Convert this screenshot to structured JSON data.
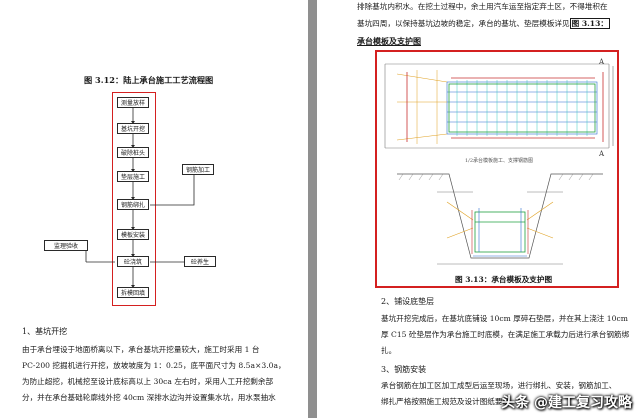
{
  "left_page": {
    "figure_title": "图 3.12：陆上承台施工工艺流程图",
    "flowchart": {
      "main_steps": [
        "测量放样",
        "基坑开挖",
        "破除桩头",
        "垫层施工",
        "钢筋绑扎",
        "模板安装",
        "砼浇筑",
        "拆模回填"
      ],
      "side_right_top": "钢筋加工",
      "side_left": "监理验收",
      "side_right_bottom": "砼养生"
    },
    "section_heading": "1、基坑开挖",
    "paragraph_lines": [
      "由于承台埋设于地面桥离以下，承台基坑开挖量较大，施工时采用 1 台",
      "PC-200 挖掘机进行开挖，放坡坡度为 1：0.25，底平面尺寸为 8.5a×3.0a，",
      "为防止超挖，机械挖至设计底标高以上 30ca 左右时，采用人工开挖剩余部",
      "分，并在承台基础轮廓线外挖 40cm 深排水边沟并设置集水坑，用水泵抽水"
    ]
  },
  "right_page": {
    "top_lines": [
      "排除基坑内积水。在挖土过程中，余土用汽车运至指定弃土区，不得堆积在",
      "基坑四周，以保持基坑边坡的稳定，承台的基坑、垫层模板详见"
    ],
    "top_ref": "图 3.13：",
    "heading": "承台模板及支护图",
    "figure_caption": "图 3.13：承台模板及支护图",
    "diagram": {
      "section_mark_top": "A",
      "section_mark_bottom": "A",
      "plan_note": "1/2承台模板施工、支撑钢筋图"
    },
    "section2_heading": "2、铺设底垫层",
    "section2_lines": [
      "基坑开挖完成后，在基坑底铺设 10cm 厚碎石垫层，并在其上浇注 10cm",
      "厚 C15 砼垫层作为承台施工时底模，在满足施工承载力后进行承台钢筋绑",
      "扎。"
    ],
    "section3_heading": "3、钢筋安装",
    "section3_lines": [
      "承台钢筋在加工区加工成型后运至现场，进行绑扎、安装，钢筋加工、",
      "绑扎严格按照施工规范及设计图纸要求"
    ]
  },
  "watermark": "头条 @建工复习攻略",
  "colors": {
    "frame": "#d42020",
    "background": "#8f8f8f",
    "page": "#ffffff"
  }
}
